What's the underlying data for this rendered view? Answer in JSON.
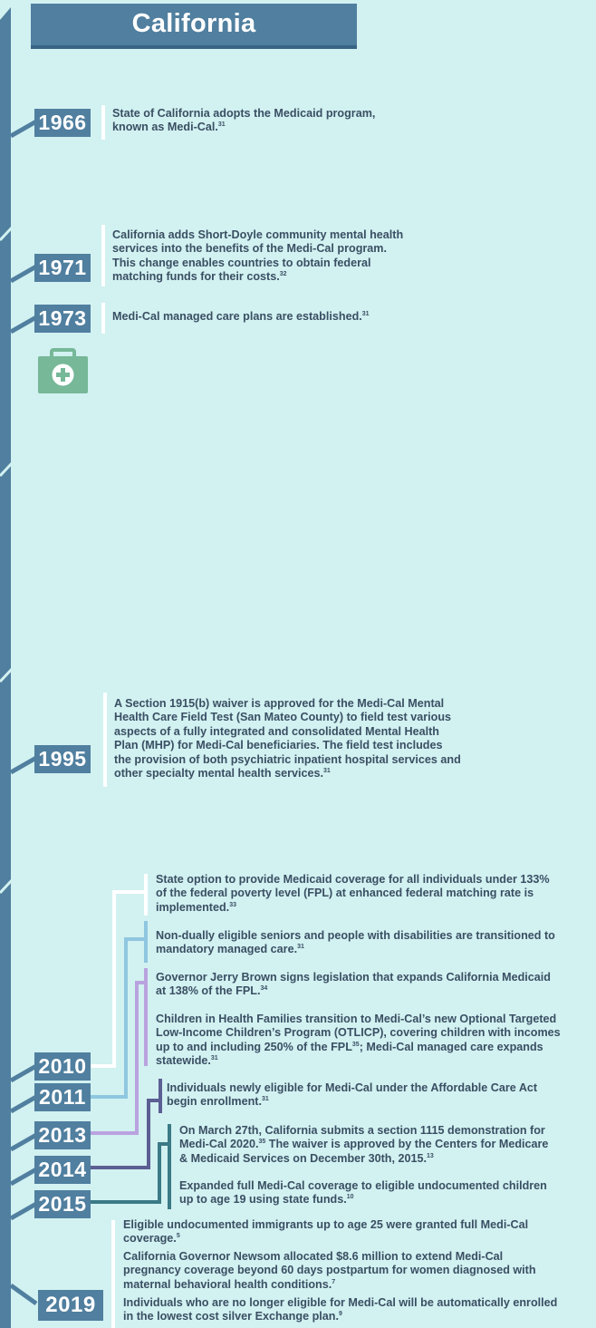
{
  "title": "California",
  "colors": {
    "background": "#d2f1f1",
    "timeline_blue": "#507f9f",
    "text": "#3a4f63",
    "kit_green": "#76b898",
    "connector_2010": "#ffffff",
    "connector_2011": "#8fc7e0",
    "connector_2013": "#b9a3df",
    "connector_2014": "#5b5f93",
    "connector_2015": "#3b7a86"
  },
  "icons": [
    "medical-kit-icon"
  ],
  "events": [
    {
      "year": "1966",
      "text": "State of California adopts the Medicaid program,\nknown as Medi-Cal.",
      "ref": "31"
    },
    {
      "year": "1971",
      "text": "California adds Short-Doyle community mental health\nservices into the benefits of the Medi-Cal program.\nThis change enables countries to obtain federal\nmatching funds for their costs.",
      "ref": "32"
    },
    {
      "year": "1973",
      "text": "Medi-Cal managed care plans are established.",
      "ref": "31"
    },
    {
      "year": "1995",
      "text": "A Section 1915(b) waiver is approved for the Medi-Cal Mental\nHealth Care Field Test (San Mateo County) to field test various\naspects of a fully integrated and consolidated Mental Health\nPlan (MHP) for Medi-Cal beneficiaries. The field test includes\nthe provision of both psychiatric inpatient hospital services and\nother specialty mental health services.",
      "ref": "31"
    },
    {
      "year": "2010",
      "text": "State option to provide Medicaid coverage for all individuals under 133%\nof the federal poverty level (FPL) at enhanced federal matching rate is\nimplemented.",
      "ref": "33"
    },
    {
      "year": "2011",
      "text": "Non-dually eligible seniors and people with disabilities are transitioned to\nmandatory managed care.",
      "ref": "31"
    },
    {
      "year": "2013",
      "text_a": "Governor Jerry Brown signs legislation that expands California Medicaid\nat 138% of the FPL.",
      "ref_a": "34",
      "text_b": "Children in Health Families transition to Medi-Cal’s new Optional Targeted\nLow-Income Children’s Program (OTLICP), covering children with incomes\nup to and including 250% of the FPL",
      "ref_b1": "35",
      "text_b2": "; Medi-Cal managed care expands\nstatewide.",
      "ref_b2": "31"
    },
    {
      "year": "2014",
      "text": "Individuals newly eligible for Medi-Cal under the Affordable Care Act\nbegin enrollment.",
      "ref": "31"
    },
    {
      "year": "2015",
      "text_a": "On March 27th, California submits a section 1115 demonstration for\nMedi-Cal 2020.",
      "ref_a": "35",
      "text_a2": " The waiver is approved by the Centers for Medicare\n& Medicaid Services on December 30th, 2015.",
      "ref_a2": "13",
      "text_b": "Expanded full Medi-Cal coverage to eligible undocumented children\nup to age 19 using state funds.",
      "ref_b": "10"
    },
    {
      "year": "2019",
      "text_a": "Eligible undocumented immigrants up to age 25 were granted full Medi-Cal\ncoverage.",
      "ref_a": "5",
      "text_b": "California Governor Newsom allocated $8.6 million to extend Medi-Cal\npregnancy coverage beyond 60 days postpartum for women diagnosed with\nmaternal behavioral health conditions.",
      "ref_b": "7",
      "text_c": "Individuals who are no longer eligible for Medi-Cal will be automatically enrolled\nin the lowest cost silver Exchange plan.",
      "ref_c": "9"
    }
  ]
}
